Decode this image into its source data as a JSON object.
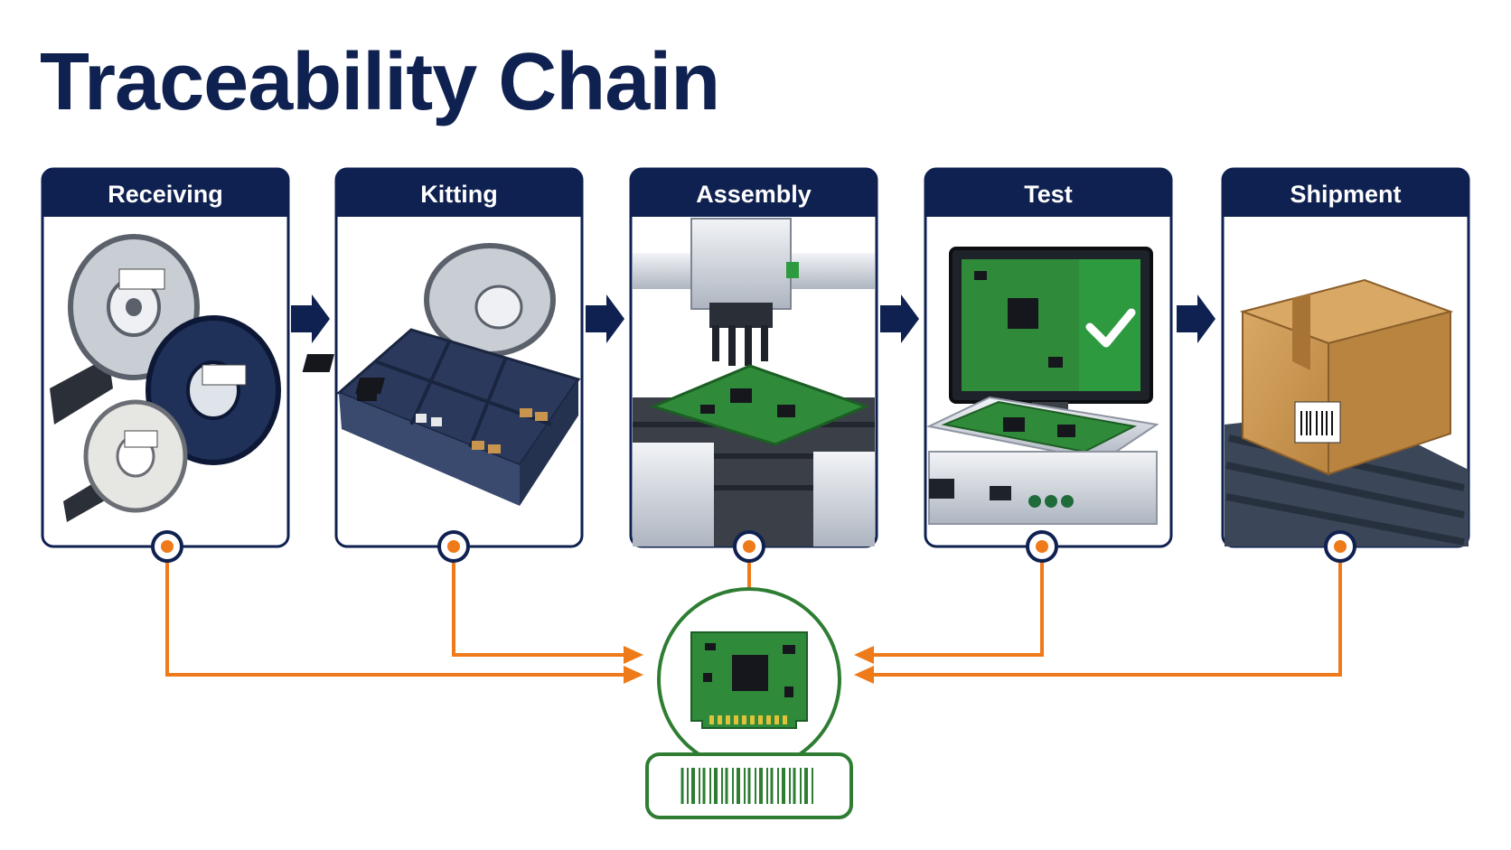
{
  "title": "Traceability Chain",
  "stages": [
    {
      "label": "Receiving",
      "icon": "component-reels-icon"
    },
    {
      "label": "Kitting",
      "icon": "kitting-tray-icon"
    },
    {
      "label": "Assembly",
      "icon": "pick-and-place-machine-icon"
    },
    {
      "label": "Test",
      "icon": "test-station-monitor-icon"
    },
    {
      "label": "Shipment",
      "icon": "shipping-box-conveyor-icon"
    }
  ],
  "hub": {
    "icon": "circuit-board-icon",
    "label_icon": "barcode-label-icon"
  },
  "colors": {
    "navy": "#0f2150",
    "orange": "#ee7a1a",
    "green": "#2e7d32",
    "pcb": "#2f8a3a",
    "check": "#2e9a3f",
    "cardboard": "#c8954f"
  }
}
